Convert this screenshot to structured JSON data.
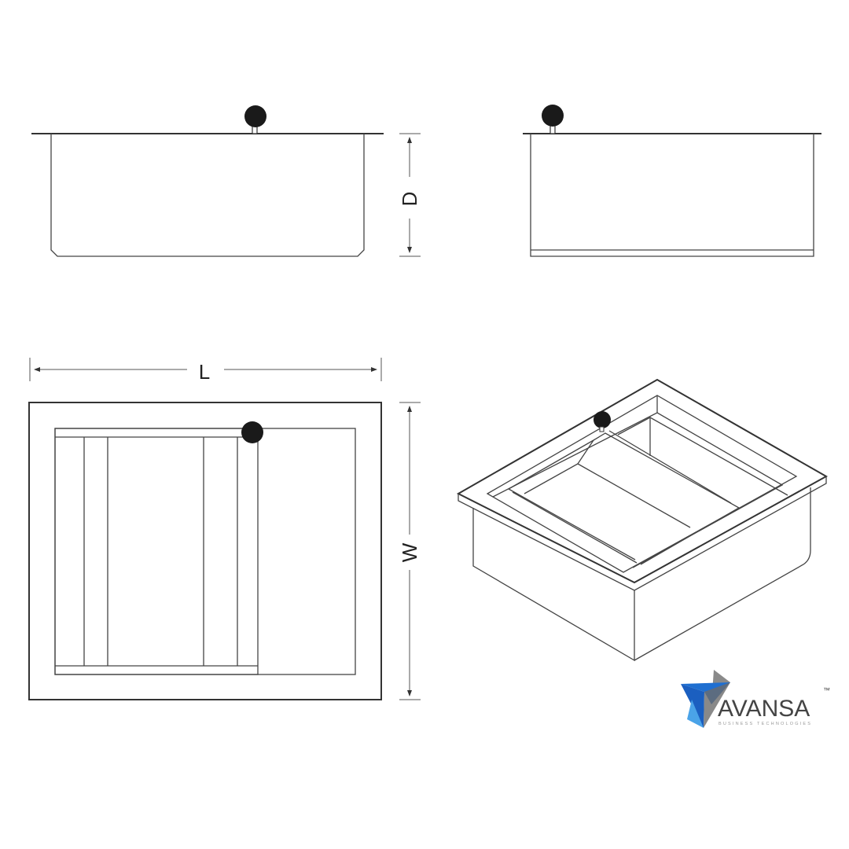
{
  "dimensions": {
    "depth_label": "D",
    "length_label": "L",
    "width_label": "W"
  },
  "logo": {
    "name": "AVANSA",
    "trademark": "™",
    "tagline": "BUSINESS TECHNOLOGIES"
  },
  "colors": {
    "line": "#333333",
    "knob": "#1a1a1a",
    "logo_blue": "#1f6fd1",
    "logo_light_blue": "#4aa3e8",
    "logo_gray": "#8a8a8a"
  }
}
